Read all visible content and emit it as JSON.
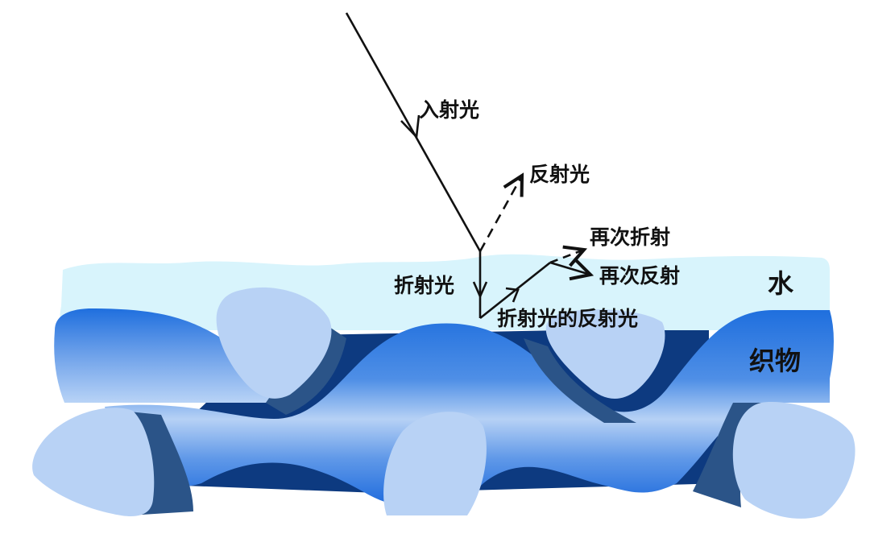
{
  "diagram": {
    "title": "",
    "layers": {
      "water": "水",
      "fabric": "织物"
    },
    "rays": {
      "incident": "入射光",
      "reflected": "反射光",
      "refracted": "折射光",
      "refracted_reflection": "折射光的反射光",
      "re_refraction": "再次折射",
      "re_reflection": "再次反射"
    },
    "colors": {
      "water": "#d8f4fc",
      "fabric_dark": "#1f6fde",
      "fabric_light": "#b6d1f5",
      "yarn_end": "#b8d2f5",
      "yarn_shadow": "#2b5488",
      "fabric_back": "#0d3a80",
      "ray": "#111111"
    }
  }
}
